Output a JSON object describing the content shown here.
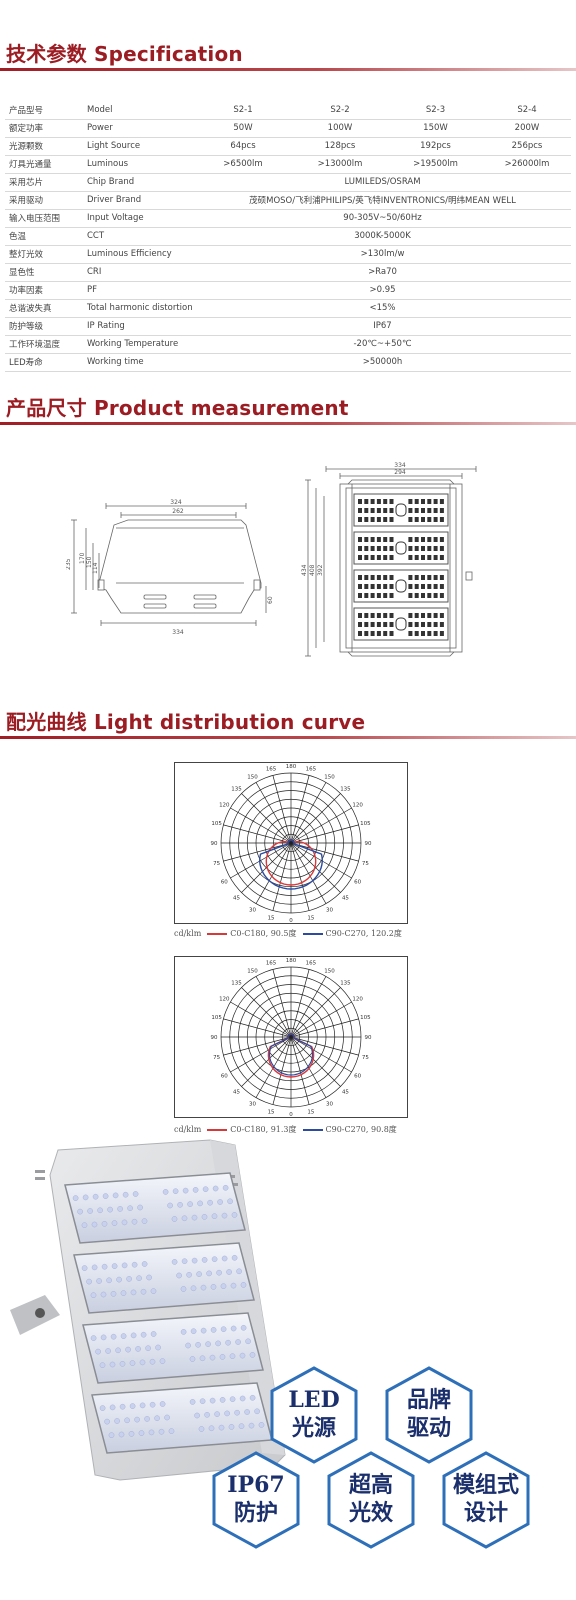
{
  "sections": {
    "spec_title": "技术参数 Specification",
    "measure_title": "产品尺寸 Product measurement",
    "curve_title": "配光曲线 Light distribution curve"
  },
  "spec_rows": [
    {
      "cn": "产品型号",
      "en": "Model",
      "vals": [
        "S2-1",
        "S2-2",
        "S2-3",
        "S2-4"
      ]
    },
    {
      "cn": "额定功率",
      "en": "Power",
      "vals": [
        "50W",
        "100W",
        "150W",
        "200W"
      ]
    },
    {
      "cn": "光源颗数",
      "en": "Light Source",
      "vals": [
        "64pcs",
        "128pcs",
        "192pcs",
        "256pcs"
      ]
    },
    {
      "cn": "灯具光通量",
      "en": "Luminous",
      "vals": [
        ">6500lm",
        ">13000lm",
        ">19500lm",
        ">26000lm"
      ]
    },
    {
      "cn": "采用芯片",
      "en": "Chip Brand",
      "span": "LUMILEDS/OSRAM"
    },
    {
      "cn": "采用驱动",
      "en": "Driver Brand",
      "span": "茂硕MOSO/飞利浦PHILIPS/英飞特INVENTRONICS/明纬MEAN WELL"
    },
    {
      "cn": "输入电压范围",
      "en": "Input Voltage",
      "span": "90-305V~50/60Hz"
    },
    {
      "cn": "色温",
      "en": "CCT",
      "span": "3000K-5000K"
    },
    {
      "cn": "整灯光效",
      "en": "Luminous Efficiency",
      "span": ">130lm/w"
    },
    {
      "cn": "显色性",
      "en": "CRI",
      "span": ">Ra70"
    },
    {
      "cn": "功率因素",
      "en": "PF",
      "span": ">0.95"
    },
    {
      "cn": "总谐波失真",
      "en": "Total harmonic distortion",
      "span": "<15%"
    },
    {
      "cn": "防护等级",
      "en": "IP Rating",
      "span": "IP67"
    },
    {
      "cn": "工作环境温度",
      "en": "Working Temperature",
      "span": "-20℃~+50℃"
    },
    {
      "cn": "LED寿命",
      "en": "Working time",
      "span": ">50000h"
    }
  ],
  "dims": {
    "side_top": "324",
    "side_inner": "262",
    "side_bottom": "334",
    "side_h1": "235",
    "side_h2": "170",
    "side_h3": "150",
    "side_h4": "114",
    "side_h5": "60",
    "front_top1": "334",
    "front_top2": "294",
    "front_left1": "434",
    "front_left2": "408",
    "front_left3": "392"
  },
  "curves": [
    {
      "legend_unit": "cd/klm",
      "c0": "C0-C180, 90.5度",
      "c90": "C90-C270, 120.2度"
    },
    {
      "legend_unit": "cd/klm",
      "c0": "C0-C180, 91.3度",
      "c90": "C90-C270, 90.8度"
    }
  ],
  "polar_labels": [
    "180",
    "165",
    "165",
    "150",
    "150",
    "135",
    "135",
    "120",
    "120",
    "105",
    "105",
    "90",
    "90",
    "75",
    "75",
    "60",
    "60",
    "45",
    "45",
    "30",
    "30",
    "15",
    "15",
    "0"
  ],
  "badges": [
    {
      "l1": "LED",
      "l2": "光源"
    },
    {
      "l1": "品牌",
      "l2": "驱动"
    },
    {
      "l1": "IP67",
      "l2": "防护"
    },
    {
      "l1": "超高",
      "l2": "光效"
    },
    {
      "l1": "模组式",
      "l2": "设计"
    }
  ],
  "colors": {
    "accent": "#9b1c22",
    "c0": "#d9383a",
    "c90": "#2b4aa0",
    "badge_text": "#1a2f6b"
  }
}
